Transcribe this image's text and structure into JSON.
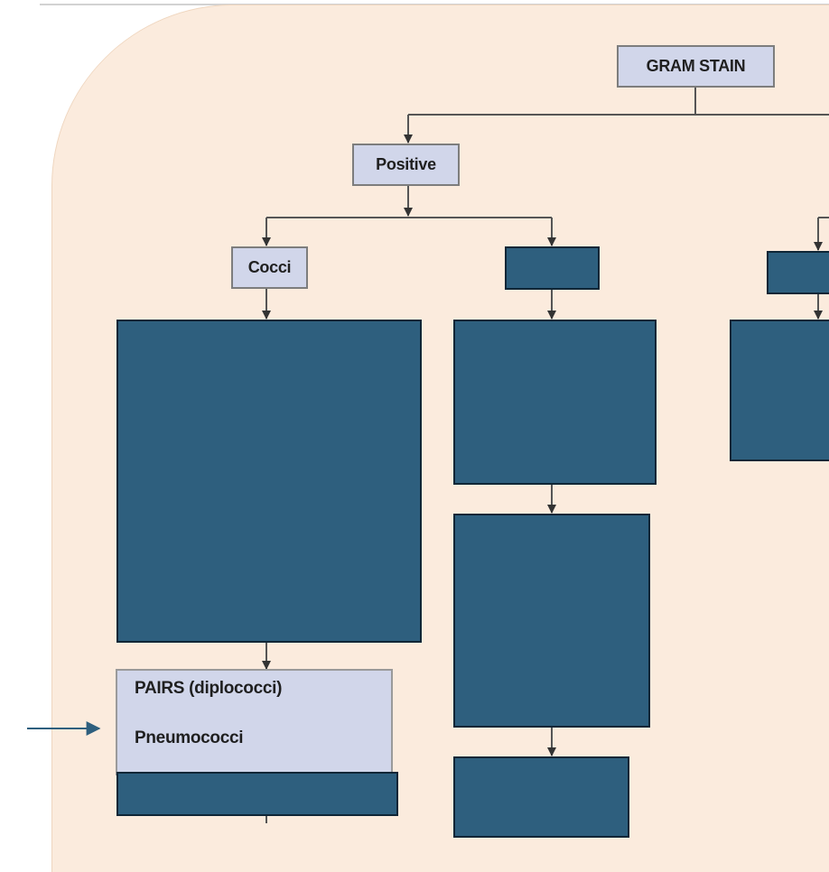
{
  "diagram": {
    "root_label": "GRAM STAIN",
    "positive_label": "Positive",
    "cocci_label": "Cocci",
    "pairs_title": "PAIRS (diplococci)",
    "pairs_example": "Pneumococci"
  },
  "colors": {
    "panel_bg": "#fbebdd",
    "label_box_fill": "#d1d6ea",
    "masked_box_fill": "#2e5f7e",
    "connector": "#555555",
    "pointer_arrow": "#2e5f7e"
  }
}
